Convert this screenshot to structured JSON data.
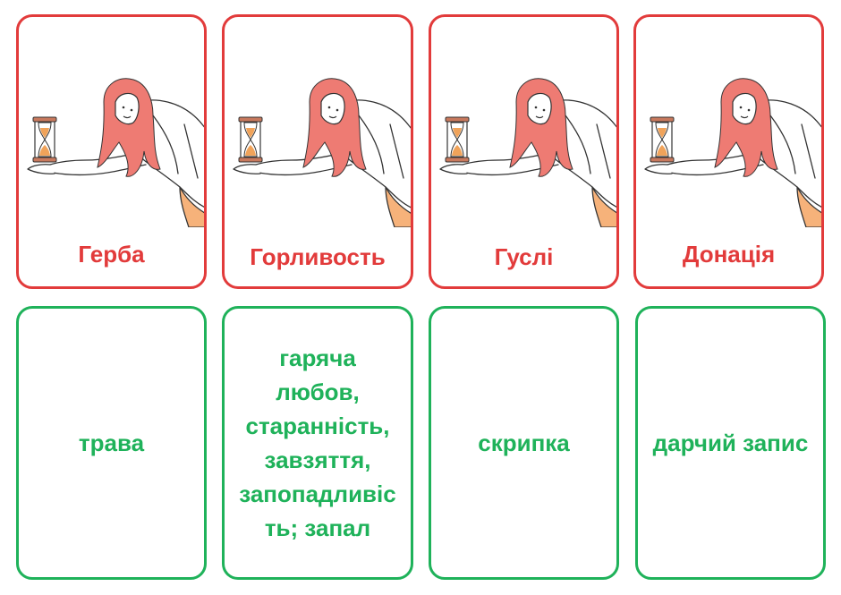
{
  "colors": {
    "word_border": "#e23b3b",
    "meaning_border": "#1fb25a",
    "hair": "#ee7b73",
    "sand": "#f0a35a"
  },
  "words": [
    {
      "text": "Герба"
    },
    {
      "text": "Горливость"
    },
    {
      "text": "Гуслі"
    },
    {
      "text": "Донація"
    }
  ],
  "meanings": [
    {
      "text": "трава"
    },
    {
      "text": "гаряча любов, старанність, завзяття, запопадливість; запал"
    },
    {
      "text": "скрипка"
    },
    {
      "text": "дарчий запис"
    }
  ],
  "illustration_icon": "woman-holding-hourglass"
}
